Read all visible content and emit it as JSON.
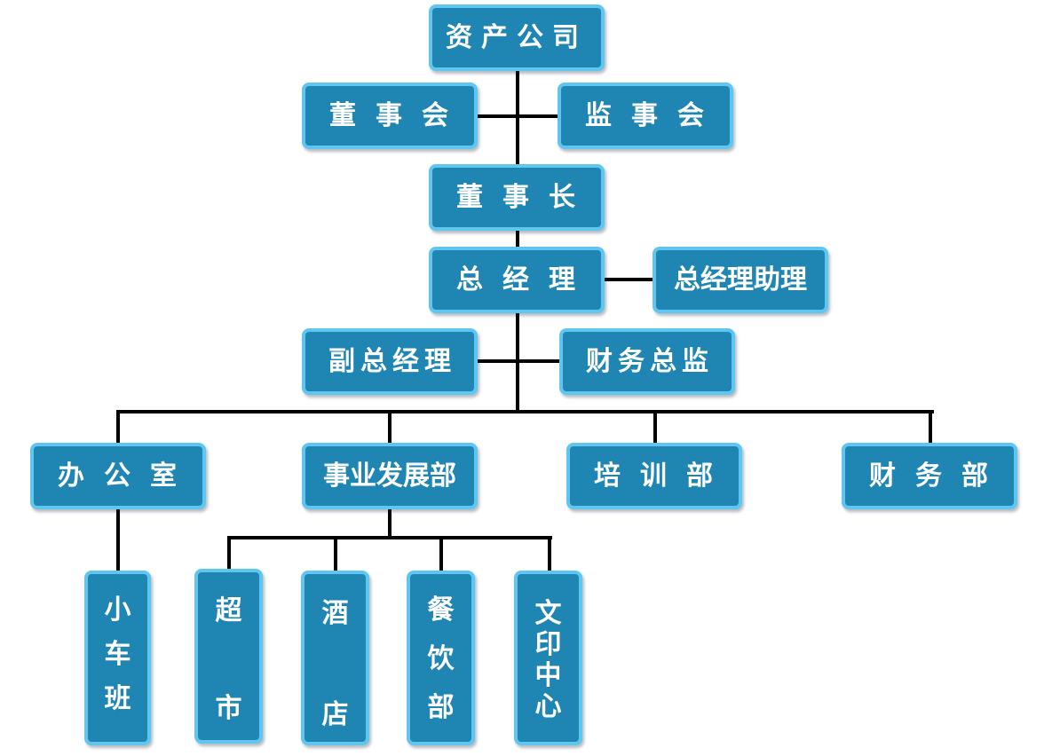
{
  "nodes": {
    "company": "资产公司",
    "board_directors": "董事会",
    "board_supervisors": "监事会",
    "chairman": "董事长",
    "general_manager": "总经理",
    "gm_assistant": "总经理助理",
    "deputy_gm": "副总经理",
    "finance_director": "财务总监",
    "office": "办公室",
    "business_dev": "事业发展部",
    "training": "培训部",
    "finance_dept": "财务部",
    "car_team": [
      "小",
      "车",
      "班"
    ],
    "supermarket": [
      "超",
      "市"
    ],
    "hotel": [
      "酒",
      "店"
    ],
    "catering": [
      "餐",
      "饮",
      "部"
    ],
    "print_center": [
      "文",
      "印",
      "中",
      "心"
    ]
  },
  "colors": {
    "box_fill": "#1f86b3",
    "box_border": "#5fc7ef",
    "text": "#ffffff",
    "connector": "#000000"
  }
}
